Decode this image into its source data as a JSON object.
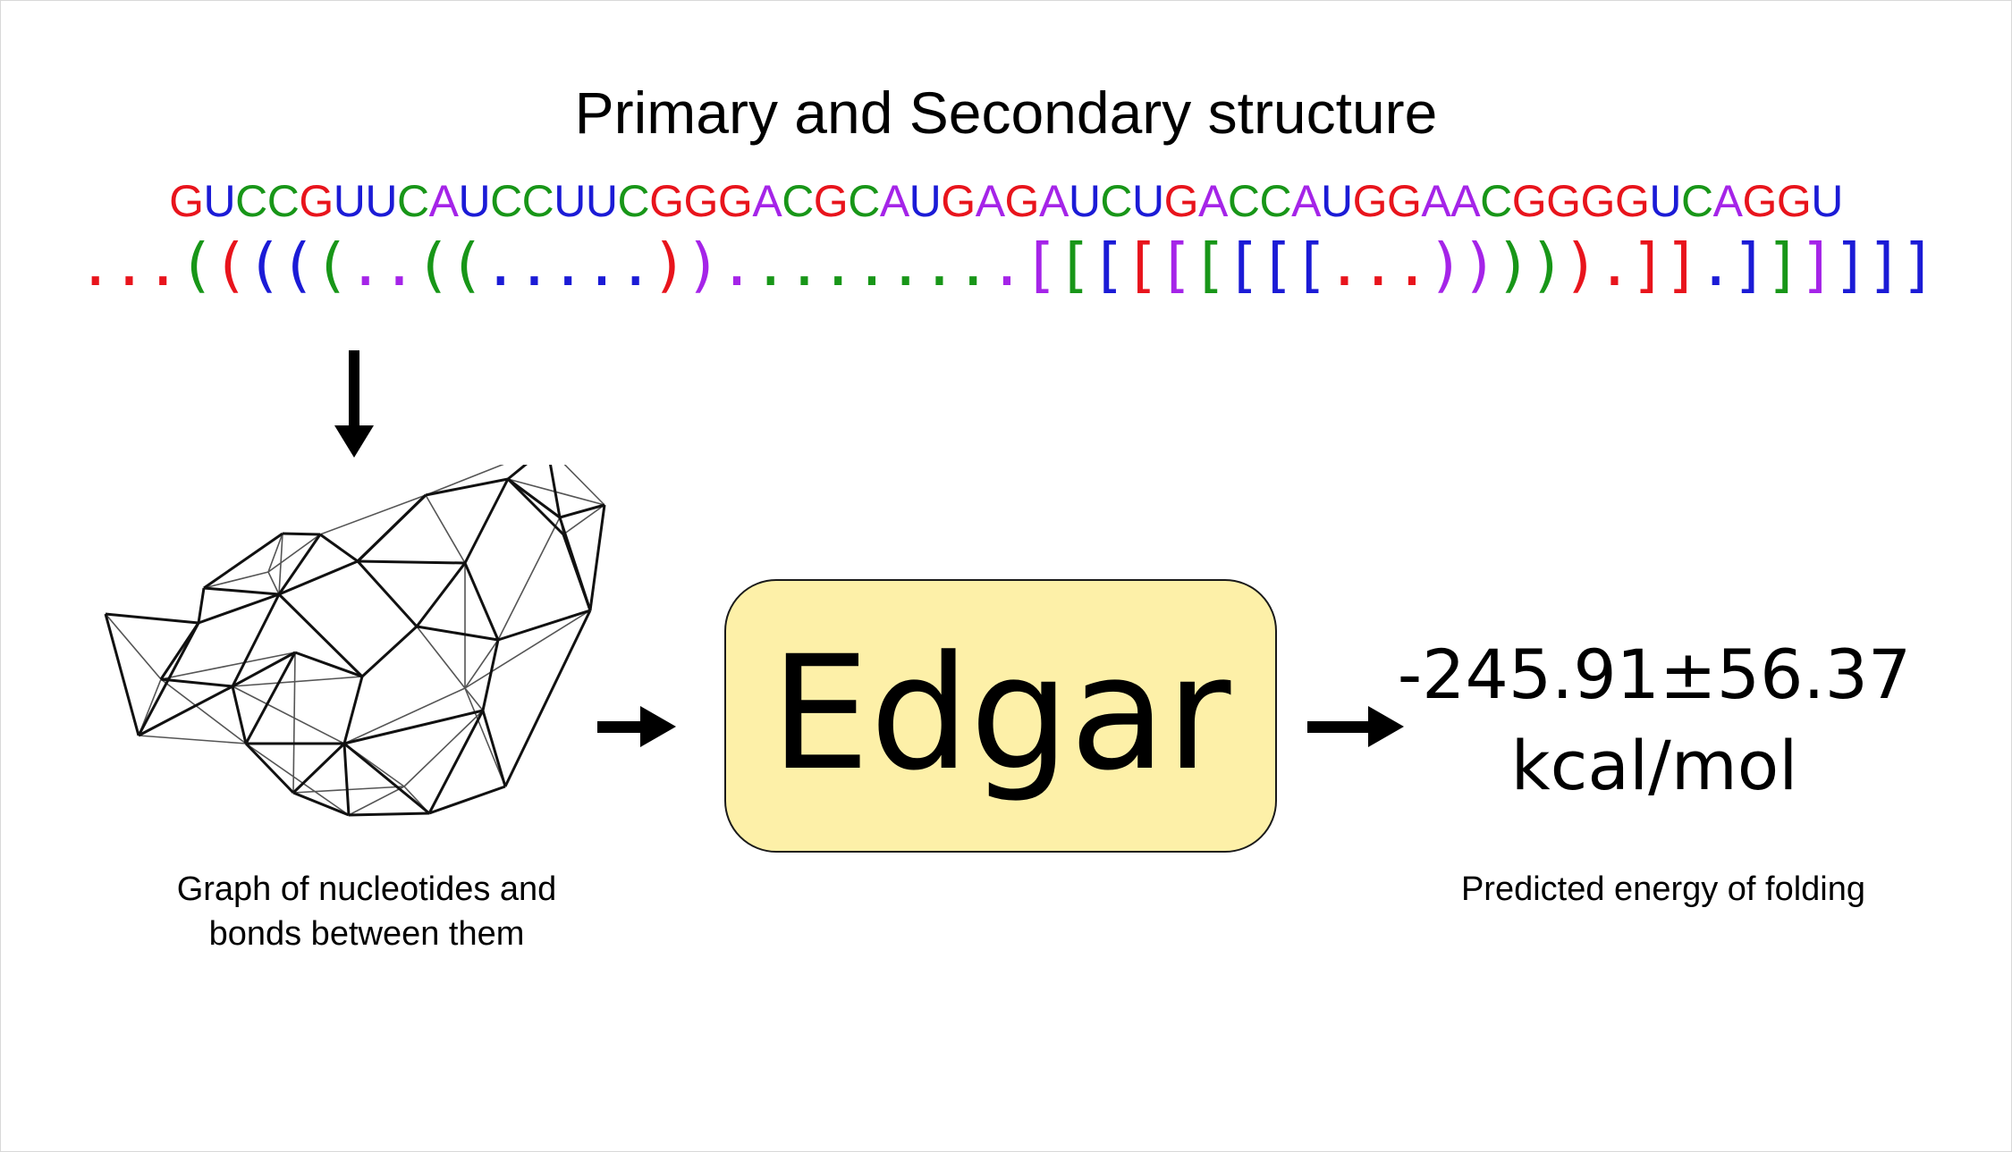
{
  "title": "Primary and Secondary structure",
  "sequence": "GUCCGUUCAUCCUUCGGGACGCAUGAGAUCUGACCAUGGAACGGGGUCAGGU",
  "dot_bracket": "...(((((..((.....)).........[[[[[[[[[...))))).]].]]]]]]",
  "colors": {
    "G": "#e8141c",
    "U": "#1f7f1f",
    "C": "#189618",
    "A": "#a524e8",
    "red": "#e8141c",
    "green": "#189618",
    "blue": "#1b1bd6",
    "purple": "#a524e8",
    "box_fill": "#fdf0a8"
  },
  "graph_caption_line1": "Graph of nucleotides and",
  "graph_caption_line2": "bonds between them",
  "model_name": "Edgar",
  "energy_value": "-245.91±56.37",
  "energy_unit": "kcal/mol",
  "energy_caption": "Predicted energy of folding"
}
